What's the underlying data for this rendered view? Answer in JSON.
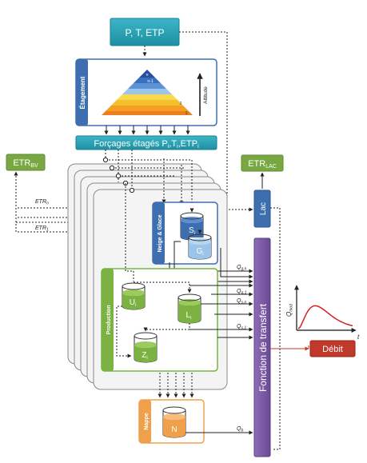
{
  "input_box": {
    "label": "P, T, ETP"
  },
  "elevation_panel": {
    "title": "Étagement",
    "axis_label": "Altitude",
    "band_labels": [
      "n",
      "n-1",
      "2",
      "1"
    ]
  },
  "forcings_bar": {
    "text": "Forçages étagés P",
    "sub1": "i",
    "sep1": ",T",
    "sub2": "i",
    "sep2": ",ETP",
    "sub3": "i"
  },
  "etr_bv": {
    "base": "ETR",
    "sub": "BV"
  },
  "etr_lac": {
    "base": "ETR",
    "sub": "LAC"
  },
  "etr_side_labels": [
    {
      "base": "ETR",
      "sub": "n"
    },
    {
      "base": "ETR",
      "sub": "1"
    }
  ],
  "snow_module": {
    "title": "Neige & Glace",
    "stores": [
      {
        "base": "S",
        "sub": "i"
      },
      {
        "base": "G",
        "sub": "i"
      }
    ]
  },
  "production_module": {
    "title": "Production",
    "stores": [
      {
        "base": "U",
        "sub": "i"
      },
      {
        "base": "L",
        "sub": "i"
      },
      {
        "base": "Z",
        "sub": "i"
      }
    ]
  },
  "aquifer_module": {
    "title": "Nappe",
    "store_label": "N"
  },
  "lake_box": {
    "label": "Lac"
  },
  "transfer_box": {
    "label": "Fonction de transfert"
  },
  "flow_labels": [
    {
      "base": "Q",
      "sub": "g,n"
    },
    {
      "base": "Q",
      "sub": "g,1"
    },
    {
      "base": "Q",
      "sub": "s,n"
    },
    {
      "base": "Q",
      "sub": "s,1"
    },
    {
      "base": "Q",
      "sub": "b"
    }
  ],
  "hydrograph": {
    "y_base": "Q",
    "y_sub": "mod",
    "x_label": "t"
  },
  "output_box": {
    "label": "Débit"
  },
  "colors": {
    "teal": "#2aa6b8",
    "blue_dark": "#3d6fb0",
    "blue_store": "#4f7fbf",
    "green": "#7bb241",
    "green_light": "#cfe3b6",
    "orange": "#f0a04b",
    "purple": "#7f5ba8",
    "red": "#c0392b",
    "etr_green": "#79a843"
  }
}
